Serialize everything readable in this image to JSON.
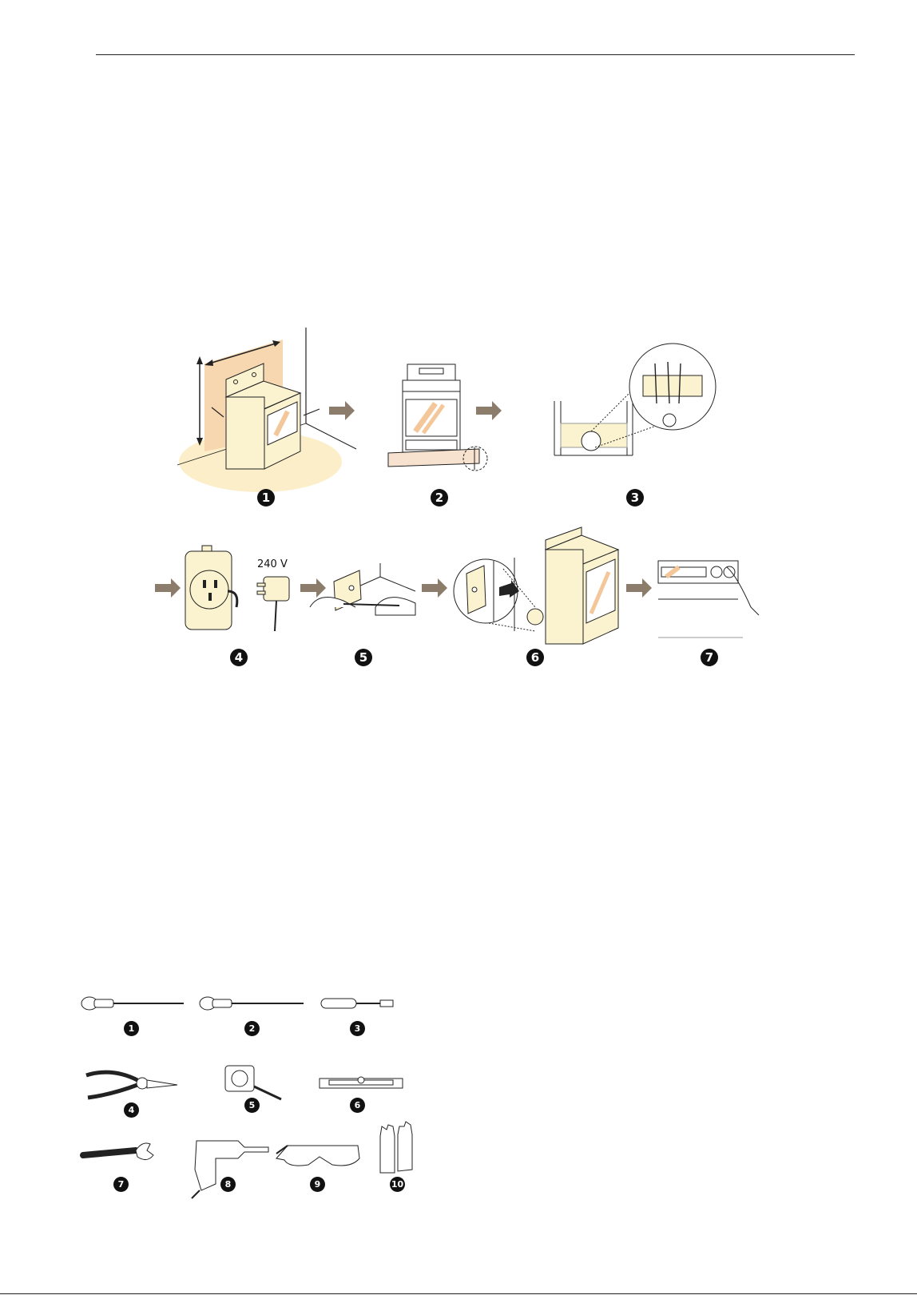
{
  "steps": {
    "numbers": [
      "1",
      "2",
      "3",
      "4",
      "5",
      "6",
      "7"
    ],
    "voltage_label": "240 V"
  },
  "tools": {
    "numbers": [
      "1",
      "2",
      "3",
      "4",
      "5",
      "6",
      "7",
      "8",
      "9",
      "10"
    ],
    "icons": [
      "phillips-screwdriver-icon",
      "flat-screwdriver-icon",
      "nut-driver-icon",
      "pliers-icon",
      "tape-measure-icon",
      "level-icon",
      "adjustable-wrench-icon",
      "drill-icon",
      "safety-glasses-icon",
      "gloves-icon"
    ]
  },
  "colors": {
    "accent_arrow": "#8c7c6c",
    "cream_fill": "#fbf3d0",
    "highlight": "#f6d7b0",
    "line": "#222222"
  }
}
